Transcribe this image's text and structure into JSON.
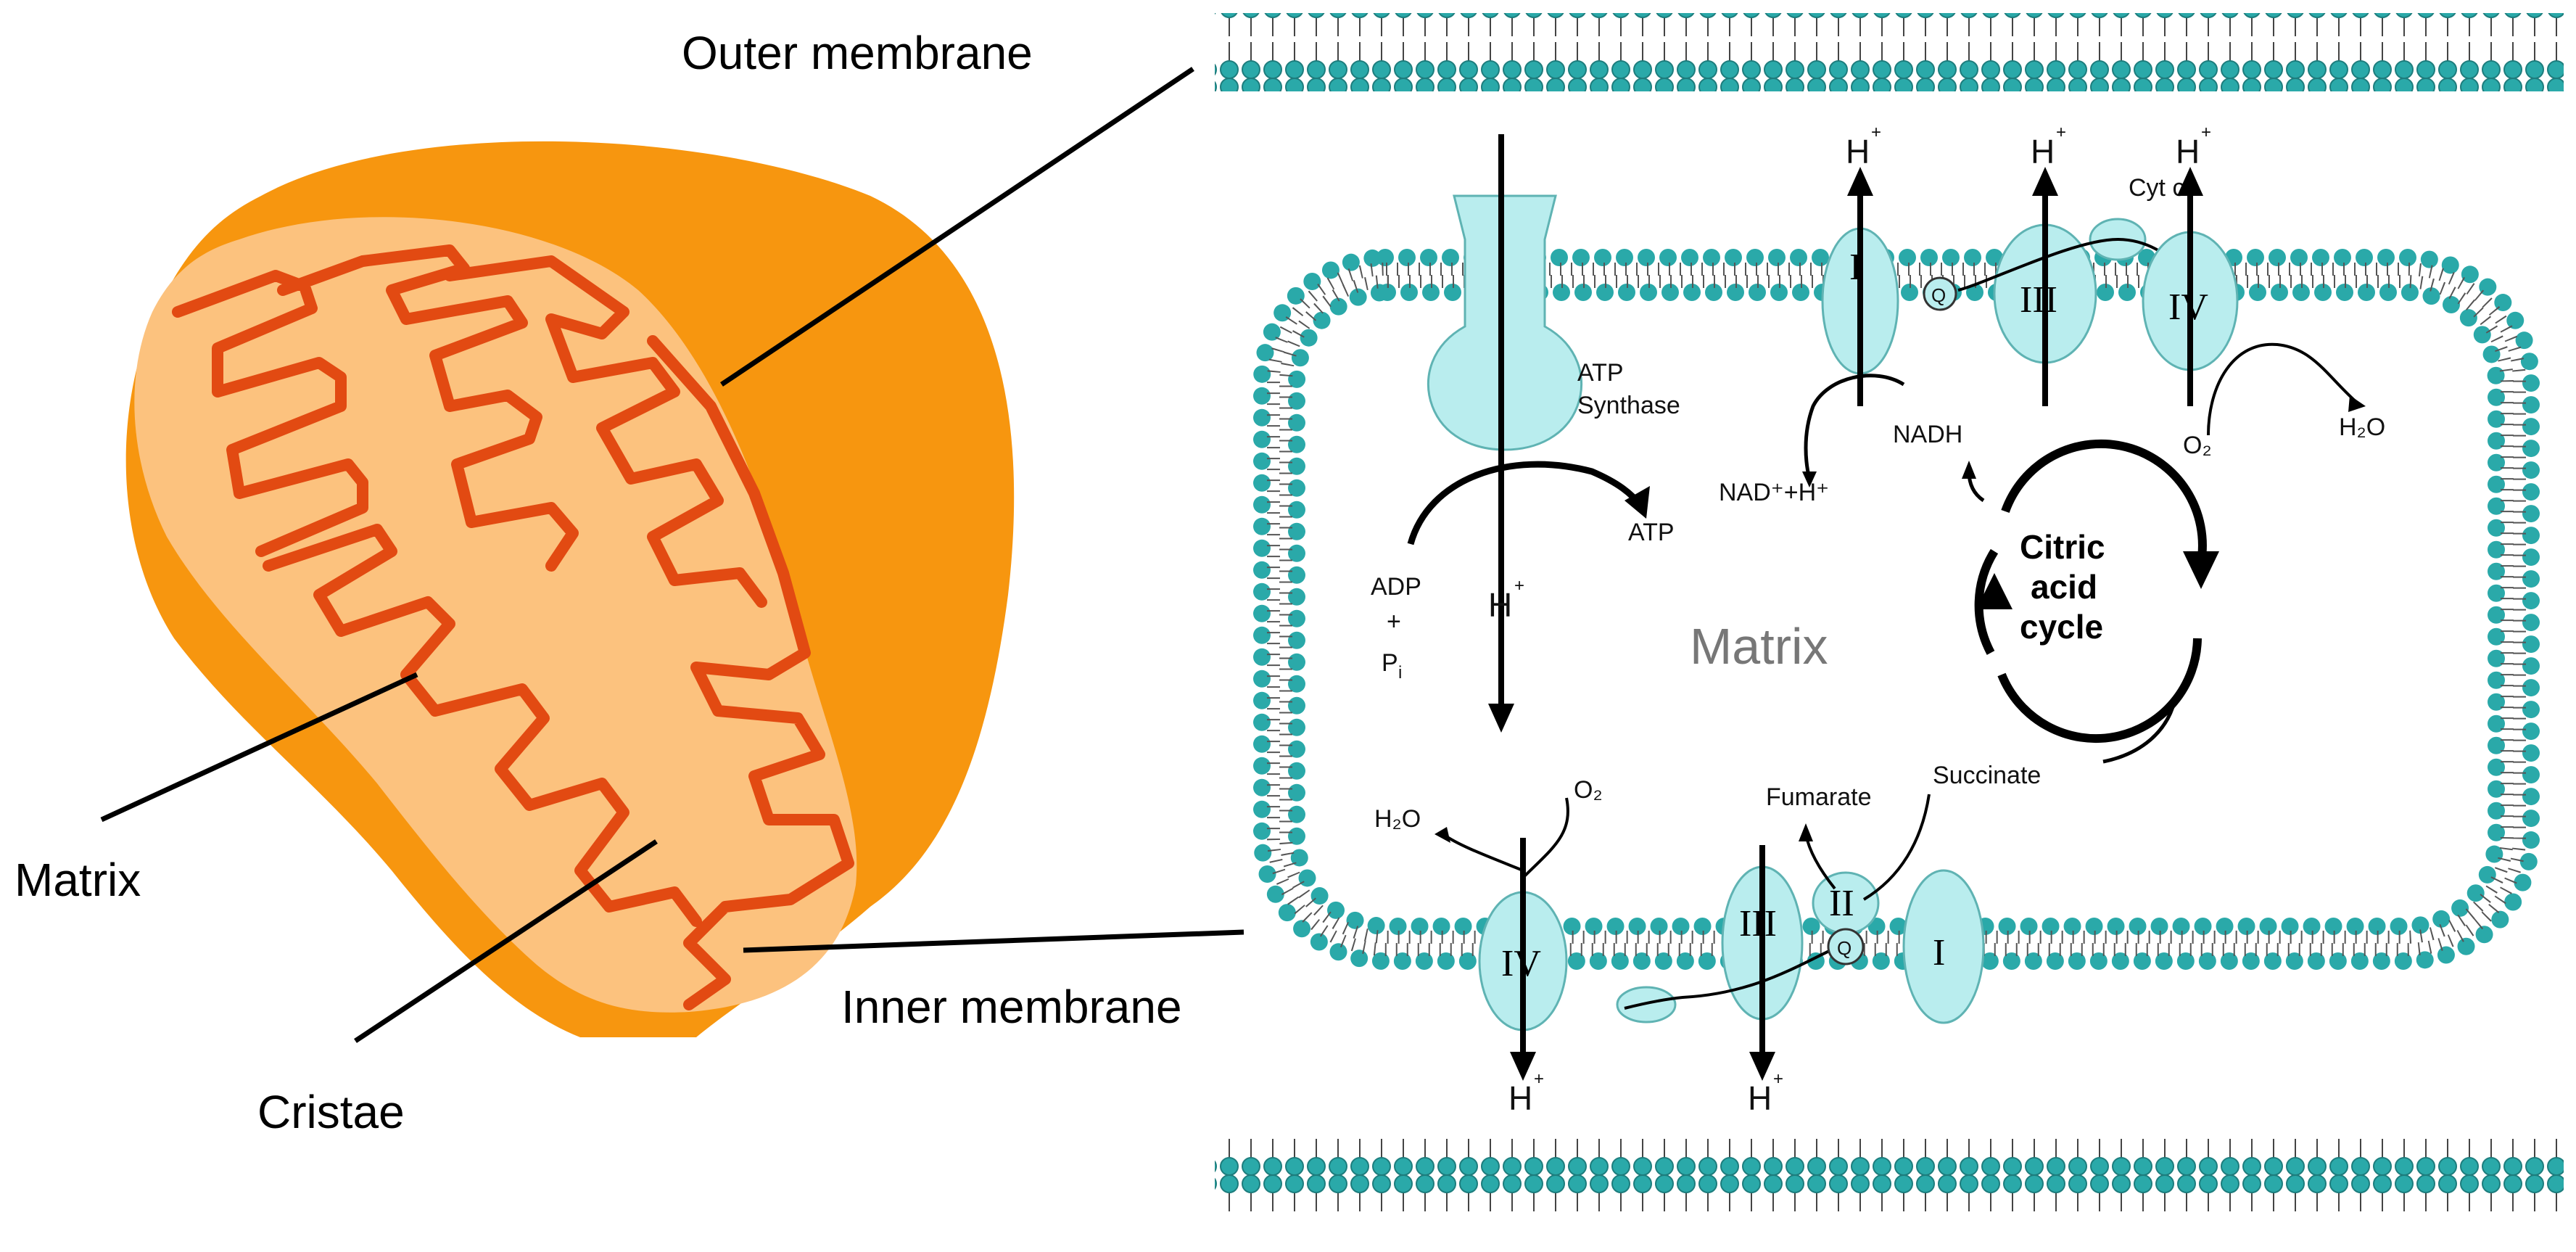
{
  "callouts": {
    "outer_membrane": "Outer membrane",
    "matrix": "Matrix",
    "cristae": "Cristae",
    "inner_membrane": "Inner membrane"
  },
  "diagram": {
    "matrix_title": "Matrix",
    "citric_line1": "Citric",
    "citric_line2": "acid",
    "citric_line3": "cycle",
    "atp_synthase_line1": "ATP",
    "atp_synthase_line2": "Synthase",
    "atp": "ATP",
    "adp": "ADP",
    "plus": "+",
    "p": "P",
    "p_sub": "i",
    "nadh": "NADH",
    "nad_plus_h": "NAD⁺+H⁺",
    "succinate": "Succinate",
    "fumarate": "Fumarate",
    "cyt_c": "Cyt c",
    "h": "H",
    "h_sup": "+",
    "h2o": "H₂O",
    "o2": "O₂",
    "q": "Q",
    "complex_I": "I",
    "complex_II": "II",
    "complex_III": "III",
    "complex_IV": "IV"
  },
  "colors": {
    "outer_orange": "#F7960F",
    "inner_fill": "#FCC27E",
    "cristae_red": "#E24A12",
    "lipid_head": "#2AA9A9",
    "protein_fill": "#B9EDEE"
  }
}
